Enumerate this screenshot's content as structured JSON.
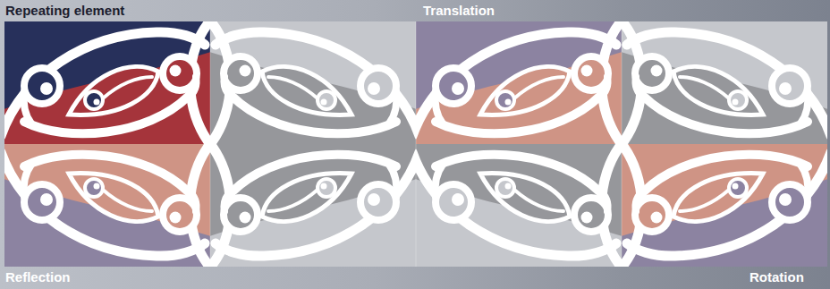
{
  "diagram": {
    "labels": [
      "Repeating element",
      "Translation",
      "Reflection",
      "Rotation"
    ]
  }
}
